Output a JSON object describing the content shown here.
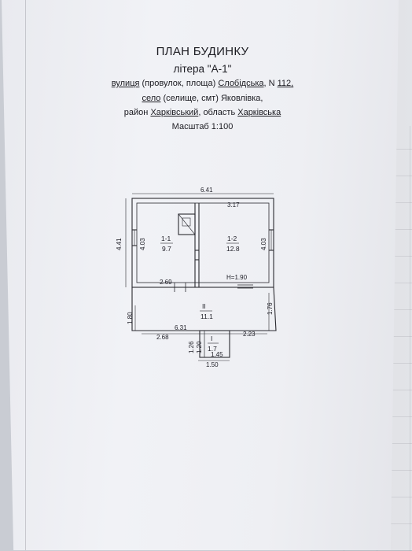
{
  "header": {
    "title": "ПЛАН БУДИНКУ",
    "litera": "літера \"А-1\"",
    "street_label": "вулиця",
    "street_hint": "(провулок, площа)",
    "street_name": "Слобідська",
    "number_label": ", N",
    "number_value": "112,",
    "village_label": "село",
    "village_hint": "(селище, смт)",
    "village_name": "Яковлівка,",
    "district_label": "район",
    "district_name": "Харківський",
    "region_label": ", область",
    "region_name": "Харківська",
    "scale": "Масштаб 1:100"
  },
  "plan": {
    "dimensions": {
      "top_width": "6.41",
      "room2_top": "3.17",
      "left_height": "4.41",
      "room1_height": "4.03",
      "room2_height": "4.03",
      "room1_bottom": "2.69",
      "ceiling_height": "H=1.90",
      "hall_left": "1.80",
      "hall_right": "1.76",
      "hall_width": "6.31",
      "bottom_left": "2.68",
      "bottom_right": "2.23",
      "porch_outer_h": "1.26",
      "porch_inner_h": "1.20",
      "porch_inner_w": "1.45",
      "porch_outer_w": "1.50"
    },
    "rooms": [
      {
        "id": "1-1",
        "area": "9.7"
      },
      {
        "id": "1-2",
        "area": "12.8"
      },
      {
        "id": "II",
        "area": "11.1"
      },
      {
        "id": "I",
        "area": "1.7"
      }
    ]
  }
}
